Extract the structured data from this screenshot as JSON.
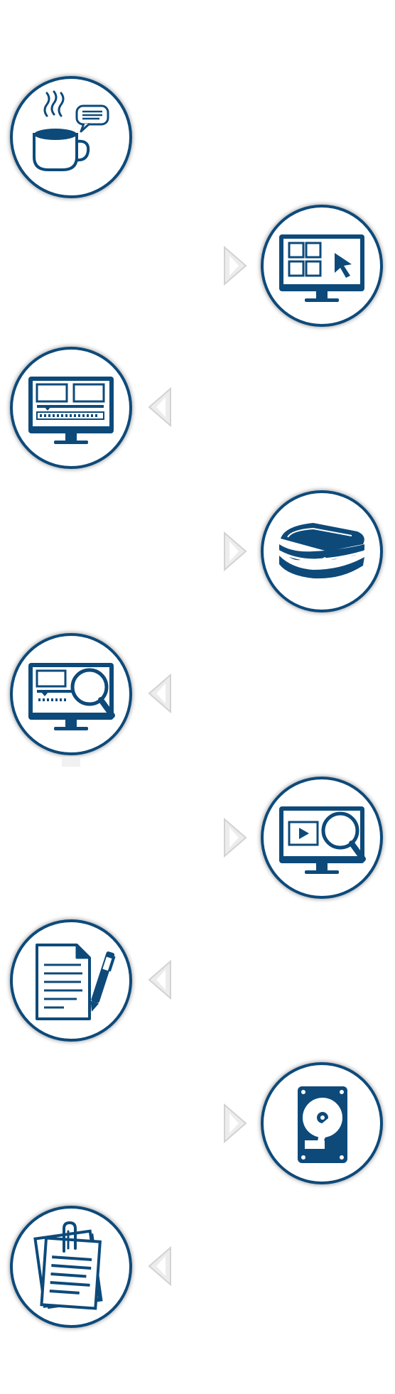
{
  "colors": {
    "icon": "#0d4a7a",
    "circle_fill": "#ffffff",
    "arrow_fill": "#ececec",
    "arrow_stroke": "#d2d2d2"
  },
  "steps": [
    {
      "icon": "coffee-chat-icon",
      "side": "left",
      "arrow": "none"
    },
    {
      "icon": "monitor-grid-cursor-icon",
      "side": "right",
      "arrow": "right"
    },
    {
      "icon": "monitor-editor-icon",
      "side": "left",
      "arrow": "left"
    },
    {
      "icon": "sandwich-icon",
      "side": "right",
      "arrow": "right"
    },
    {
      "icon": "monitor-editor-search-icon",
      "side": "left",
      "arrow": "left"
    },
    {
      "icon": "monitor-video-search-icon",
      "side": "right",
      "arrow": "right"
    },
    {
      "icon": "document-pen-icon",
      "side": "left",
      "arrow": "left"
    },
    {
      "icon": "hard-drive-icon",
      "side": "right",
      "arrow": "right"
    },
    {
      "icon": "clipped-papers-icon",
      "side": "left",
      "arrow": "left"
    }
  ]
}
